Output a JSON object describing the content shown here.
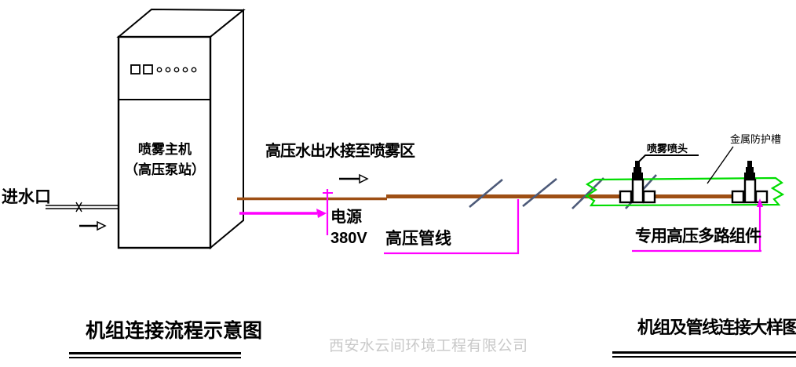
{
  "diagram": {
    "host_unit": {
      "name_line1": "喷雾主机",
      "name_line2": "（高压泵站）"
    },
    "inlet_label": "进水口",
    "outlet_label": "高压水出水接至喷雾区",
    "power_label_line1": "电源",
    "power_label_line2": "380V",
    "pipeline_label": "高压管线",
    "nozzle_label": "喷雾喷头",
    "trough_label": "金属防护槽",
    "component_label": "专用高压多路组件",
    "left_title": "机组连接流程示意图",
    "right_title": "机组及管线连接大样图",
    "watermark": "西安水云间环境工程有限公司",
    "colors": {
      "pipe": "#9e4f14",
      "power_line": "#ff00ff",
      "trough": "#00dd00",
      "break_mark": "#4d5a79",
      "line": "#000000",
      "watermark": "#c9c9c9"
    }
  }
}
